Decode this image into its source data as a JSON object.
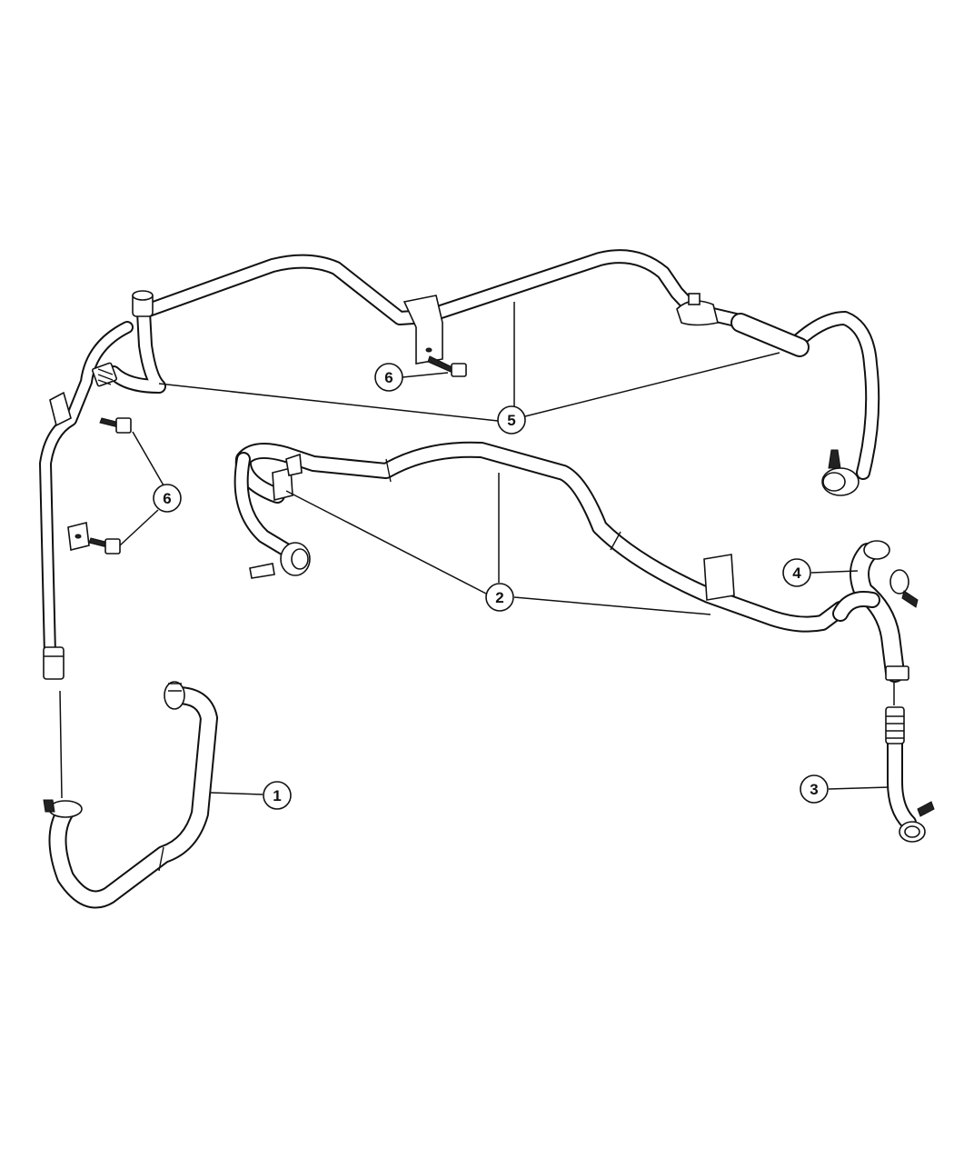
{
  "callouts": [
    {
      "id": "1",
      "label": "1"
    },
    {
      "id": "2",
      "label": "2"
    },
    {
      "id": "3",
      "label": "3"
    },
    {
      "id": "4",
      "label": "4"
    },
    {
      "id": "5",
      "label": "5"
    },
    {
      "id": "6a",
      "label": "6"
    },
    {
      "id": "6b",
      "label": "6"
    }
  ]
}
